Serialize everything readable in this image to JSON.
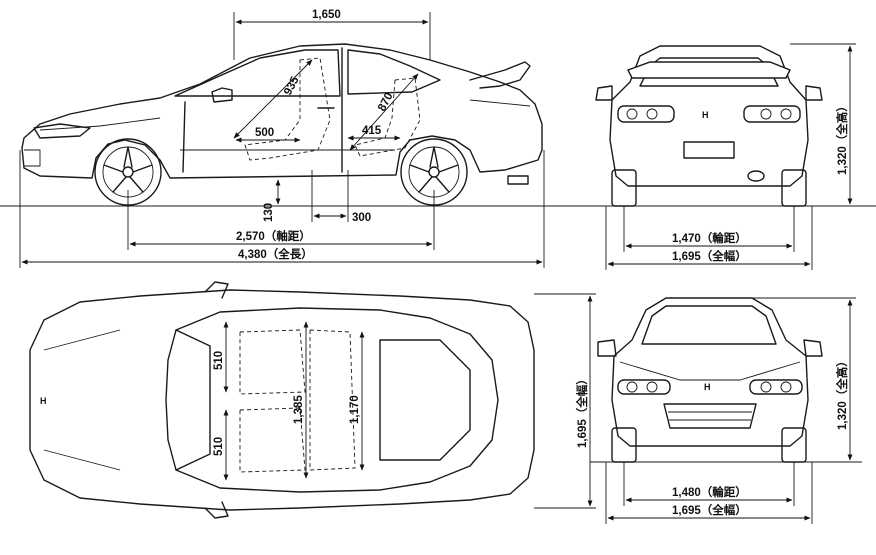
{
  "dimensions": {
    "side_view": {
      "cabin_length": "1,650",
      "rear_headroom": "935",
      "front_headroom": "870",
      "rear_legroom": "500",
      "front_legroom": "415",
      "ground_clearance": "130",
      "seat_offset": "300",
      "wheelbase": "2,570（軸距）",
      "overall_length": "4,380（全長）"
    },
    "rear_view": {
      "overall_height": "1,320（全高）",
      "rear_track": "1,470（輪距）",
      "overall_width": "1,695（全幅）"
    },
    "top_view": {
      "rear_seat_width": "510",
      "front_seat_width": "510",
      "rear_cabin_width": "1,385",
      "front_cabin_width": "1,170",
      "overall_width": "1,695（全幅）"
    },
    "front_view": {
      "overall_height": "1,320（全高）",
      "front_track": "1,480（輪距）",
      "overall_width": "1,695（全幅）"
    }
  }
}
